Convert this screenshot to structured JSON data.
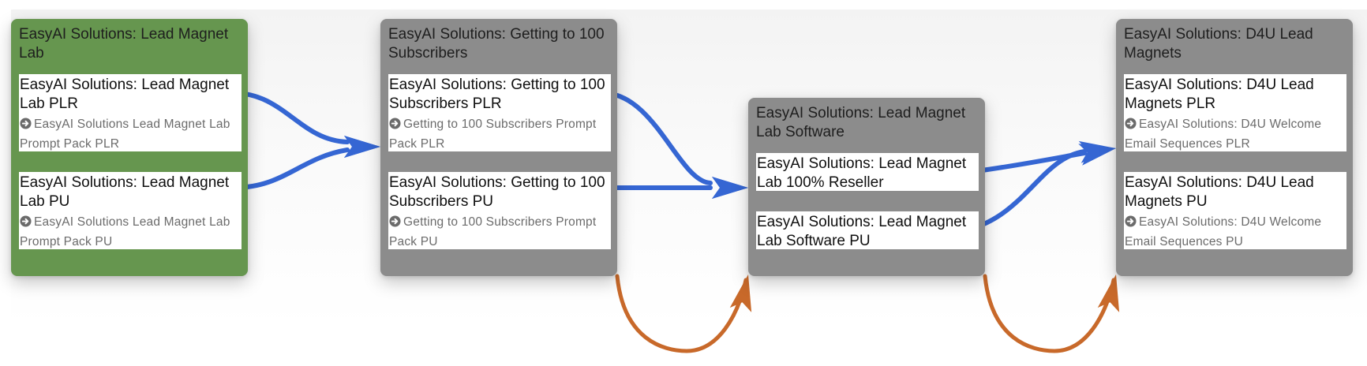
{
  "colors": {
    "green_node": "#66964f",
    "gray_node": "#8c8c8c",
    "blue_edge": "#3566d3",
    "orange_edge": "#c8692a",
    "card_bg": "#ffffff"
  },
  "sub_icon": "arrow-circle-right-icon",
  "nodes": [
    {
      "title": "EasyAI Solutions: Lead Magnet Lab",
      "color": "green",
      "items": [
        {
          "title": "EasyAI Solutions: Lead Magnet Lab PLR",
          "sub": "EasyAI Solutions Lead Magnet Lab Prompt Pack PLR"
        },
        {
          "title": "EasyAI Solutions: Lead Magnet Lab PU",
          "sub": "EasyAI Solutions Lead Magnet Lab Prompt Pack PU"
        }
      ]
    },
    {
      "title": "EasyAI Solutions: Getting to 100 Subscribers",
      "color": "gray",
      "items": [
        {
          "title": "EasyAI Solutions: Getting to 100 Subscribers PLR",
          "sub": "Getting to 100 Subscribers Prompt Pack PLR"
        },
        {
          "title": "EasyAI Solutions: Getting to 100 Subscribers PU",
          "sub": "Getting to 100 Subscribers Prompt Pack PU"
        }
      ]
    },
    {
      "title": "EasyAI Solutions: Lead Magnet Lab Software",
      "color": "gray",
      "items": [
        {
          "title": "EasyAI Solutions: Lead Magnet Lab 100% Reseller",
          "sub": ""
        },
        {
          "title": "EasyAI Solutions: Lead Magnet Lab Software PU",
          "sub": ""
        }
      ]
    },
    {
      "title": "EasyAI Solutions: D4U Lead Magnets",
      "color": "gray",
      "items": [
        {
          "title": "EasyAI Solutions: D4U Lead Magnets PLR",
          "sub": "EasyAI Solutions: D4U Welcome Email Sequences PLR"
        },
        {
          "title": "EasyAI Solutions: D4U Lead Magnets PU",
          "sub": "EasyAI Solutions: D4U Welcome Email Sequences PU"
        }
      ]
    }
  ],
  "edges": [
    {
      "from": "Lead Magnet Lab PLR",
      "to": "Getting to 100 Subscribers",
      "color": "blue"
    },
    {
      "from": "Lead Magnet Lab PU",
      "to": "Getting to 100 Subscribers",
      "color": "blue"
    },
    {
      "from": "Getting to 100 Subscribers PLR",
      "to": "Lead Magnet Lab Software",
      "color": "blue"
    },
    {
      "from": "Getting to 100 Subscribers PU",
      "to": "Lead Magnet Lab Software",
      "color": "blue"
    },
    {
      "from": "Lead Magnet Lab 100% Reseller",
      "to": "D4U Lead Magnets",
      "color": "blue"
    },
    {
      "from": "Lead Magnet Lab Software PU",
      "to": "D4U Lead Magnets",
      "color": "blue"
    },
    {
      "from": "Getting to 100 Subscribers",
      "to": "Lead Magnet Lab Software",
      "color": "orange"
    },
    {
      "from": "Lead Magnet Lab Software",
      "to": "D4U Lead Magnets",
      "color": "orange"
    }
  ]
}
